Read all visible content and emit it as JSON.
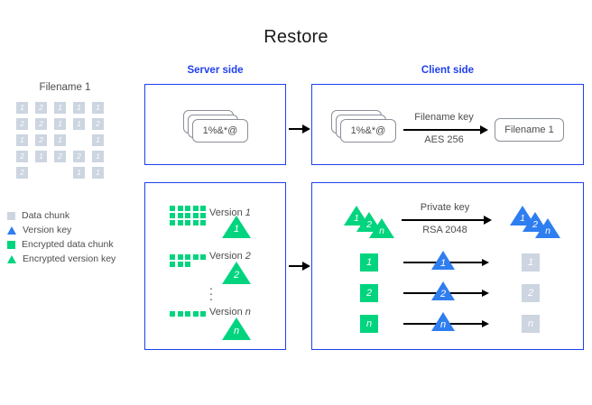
{
  "title": "Restore",
  "headers": {
    "server": "Server side",
    "client": "Client side"
  },
  "left_block": {
    "label": "Filename 1",
    "grid": [
      [
        "1",
        "2",
        "1",
        "1",
        "1"
      ],
      [
        "2",
        "2",
        "1",
        "1",
        "2"
      ],
      [
        "1",
        "2",
        "1",
        "",
        "1"
      ],
      [
        "2",
        "1",
        "2",
        "2",
        "1"
      ],
      [
        "2",
        "",
        "",
        "1",
        "1"
      ]
    ]
  },
  "legend": {
    "items": [
      {
        "icon": "square-icon",
        "shape": "square",
        "color": "#ccd5e0",
        "label": "Data chunk"
      },
      {
        "icon": "triangle-icon",
        "shape": "triangle",
        "color": "#2f7ef0",
        "label": "Version key"
      },
      {
        "icon": "square-icon",
        "shape": "square",
        "color": "#00d47e",
        "label": "Encrypted data chunk"
      },
      {
        "icon": "triangle-icon",
        "shape": "triangle",
        "color": "#00d47e",
        "label": "Encrypted version key"
      }
    ]
  },
  "server_top": {
    "doc_label": "1%&*@"
  },
  "client_top": {
    "doc_label": "1%&*@",
    "arrow_top_label": "Filename key",
    "arrow_bottom_label": "AES 256",
    "result_label": "Filename 1"
  },
  "server_bottom": {
    "versions": [
      {
        "label_prefix": "Version",
        "label_suffix": "1",
        "key_label": "1",
        "grid": [
          [
            "x",
            "x",
            "x",
            "x",
            "x"
          ],
          [
            "x",
            "x",
            "x",
            "x",
            "x"
          ],
          [
            "x",
            "x",
            "x",
            "x",
            "x"
          ]
        ]
      },
      {
        "label_prefix": "Version",
        "label_suffix": "2",
        "key_label": "2",
        "grid": [
          [
            "x",
            "x",
            "x",
            "x",
            "x"
          ],
          [
            "x",
            "x",
            "x",
            "",
            ""
          ]
        ]
      },
      {
        "label_prefix": "Version",
        "label_suffix": "n",
        "key_label": "n",
        "grid": [
          [
            "x",
            "x",
            "x",
            "x",
            "x"
          ]
        ]
      }
    ],
    "ellipsis": "⋮"
  },
  "client_bottom": {
    "key_arrow_top_label": "Private key",
    "key_arrow_bottom_label": "RSA 2048",
    "encrypted_keys": [
      "1",
      "2",
      "n"
    ],
    "decrypted_keys": [
      "1",
      "2",
      "n"
    ],
    "rows": [
      {
        "encrypted_chunk": "1",
        "key": "1",
        "decrypted_chunk": "1"
      },
      {
        "encrypted_chunk": "2",
        "key": "2",
        "decrypted_chunk": "2"
      },
      {
        "encrypted_chunk": "n",
        "key": "n",
        "decrypted_chunk": "n"
      }
    ]
  },
  "colors": {
    "panel_border": "#2040ee",
    "header_text": "#2040ee",
    "data_chunk": "#ccd5e0",
    "encrypted": "#00d47e",
    "version_key": "#2f7ef0",
    "text": "#4d4d4d"
  }
}
